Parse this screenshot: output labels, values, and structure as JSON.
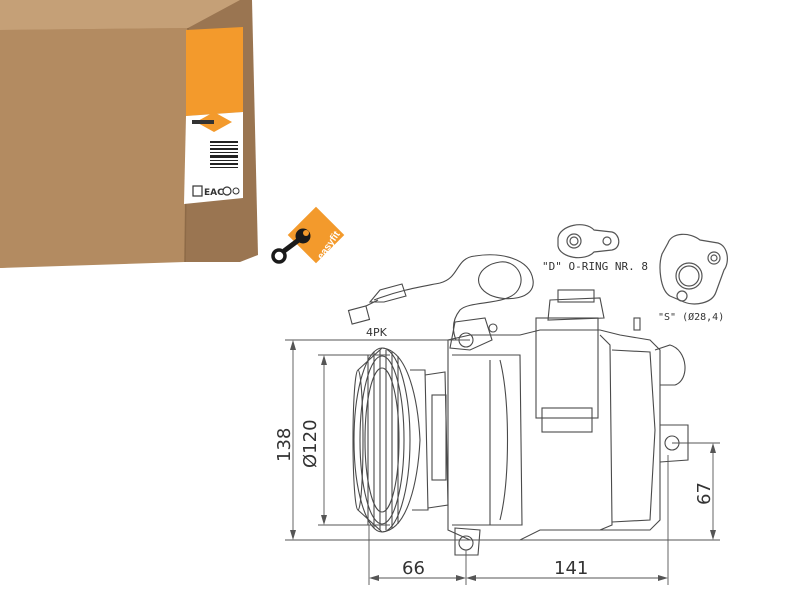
{
  "badge": {
    "label": "easyfit"
  },
  "belt": {
    "label": "4PK"
  },
  "seals": {
    "d_label": "\"D\" O-RING NR. 8",
    "s_label": "\"S\" (Ø28,4)"
  },
  "dimensions": {
    "overall_height": "138",
    "pulley_diameter": "Ø120",
    "mount_height": "67",
    "pulley_offset": "66",
    "body_length": "141"
  },
  "colors": {
    "box": "#b08a62",
    "box_side": "#9c7752",
    "box_top": "#c49d74",
    "label_orange": "#f39a2c",
    "badge_orange": "#f39a2c",
    "line": "#444444"
  }
}
